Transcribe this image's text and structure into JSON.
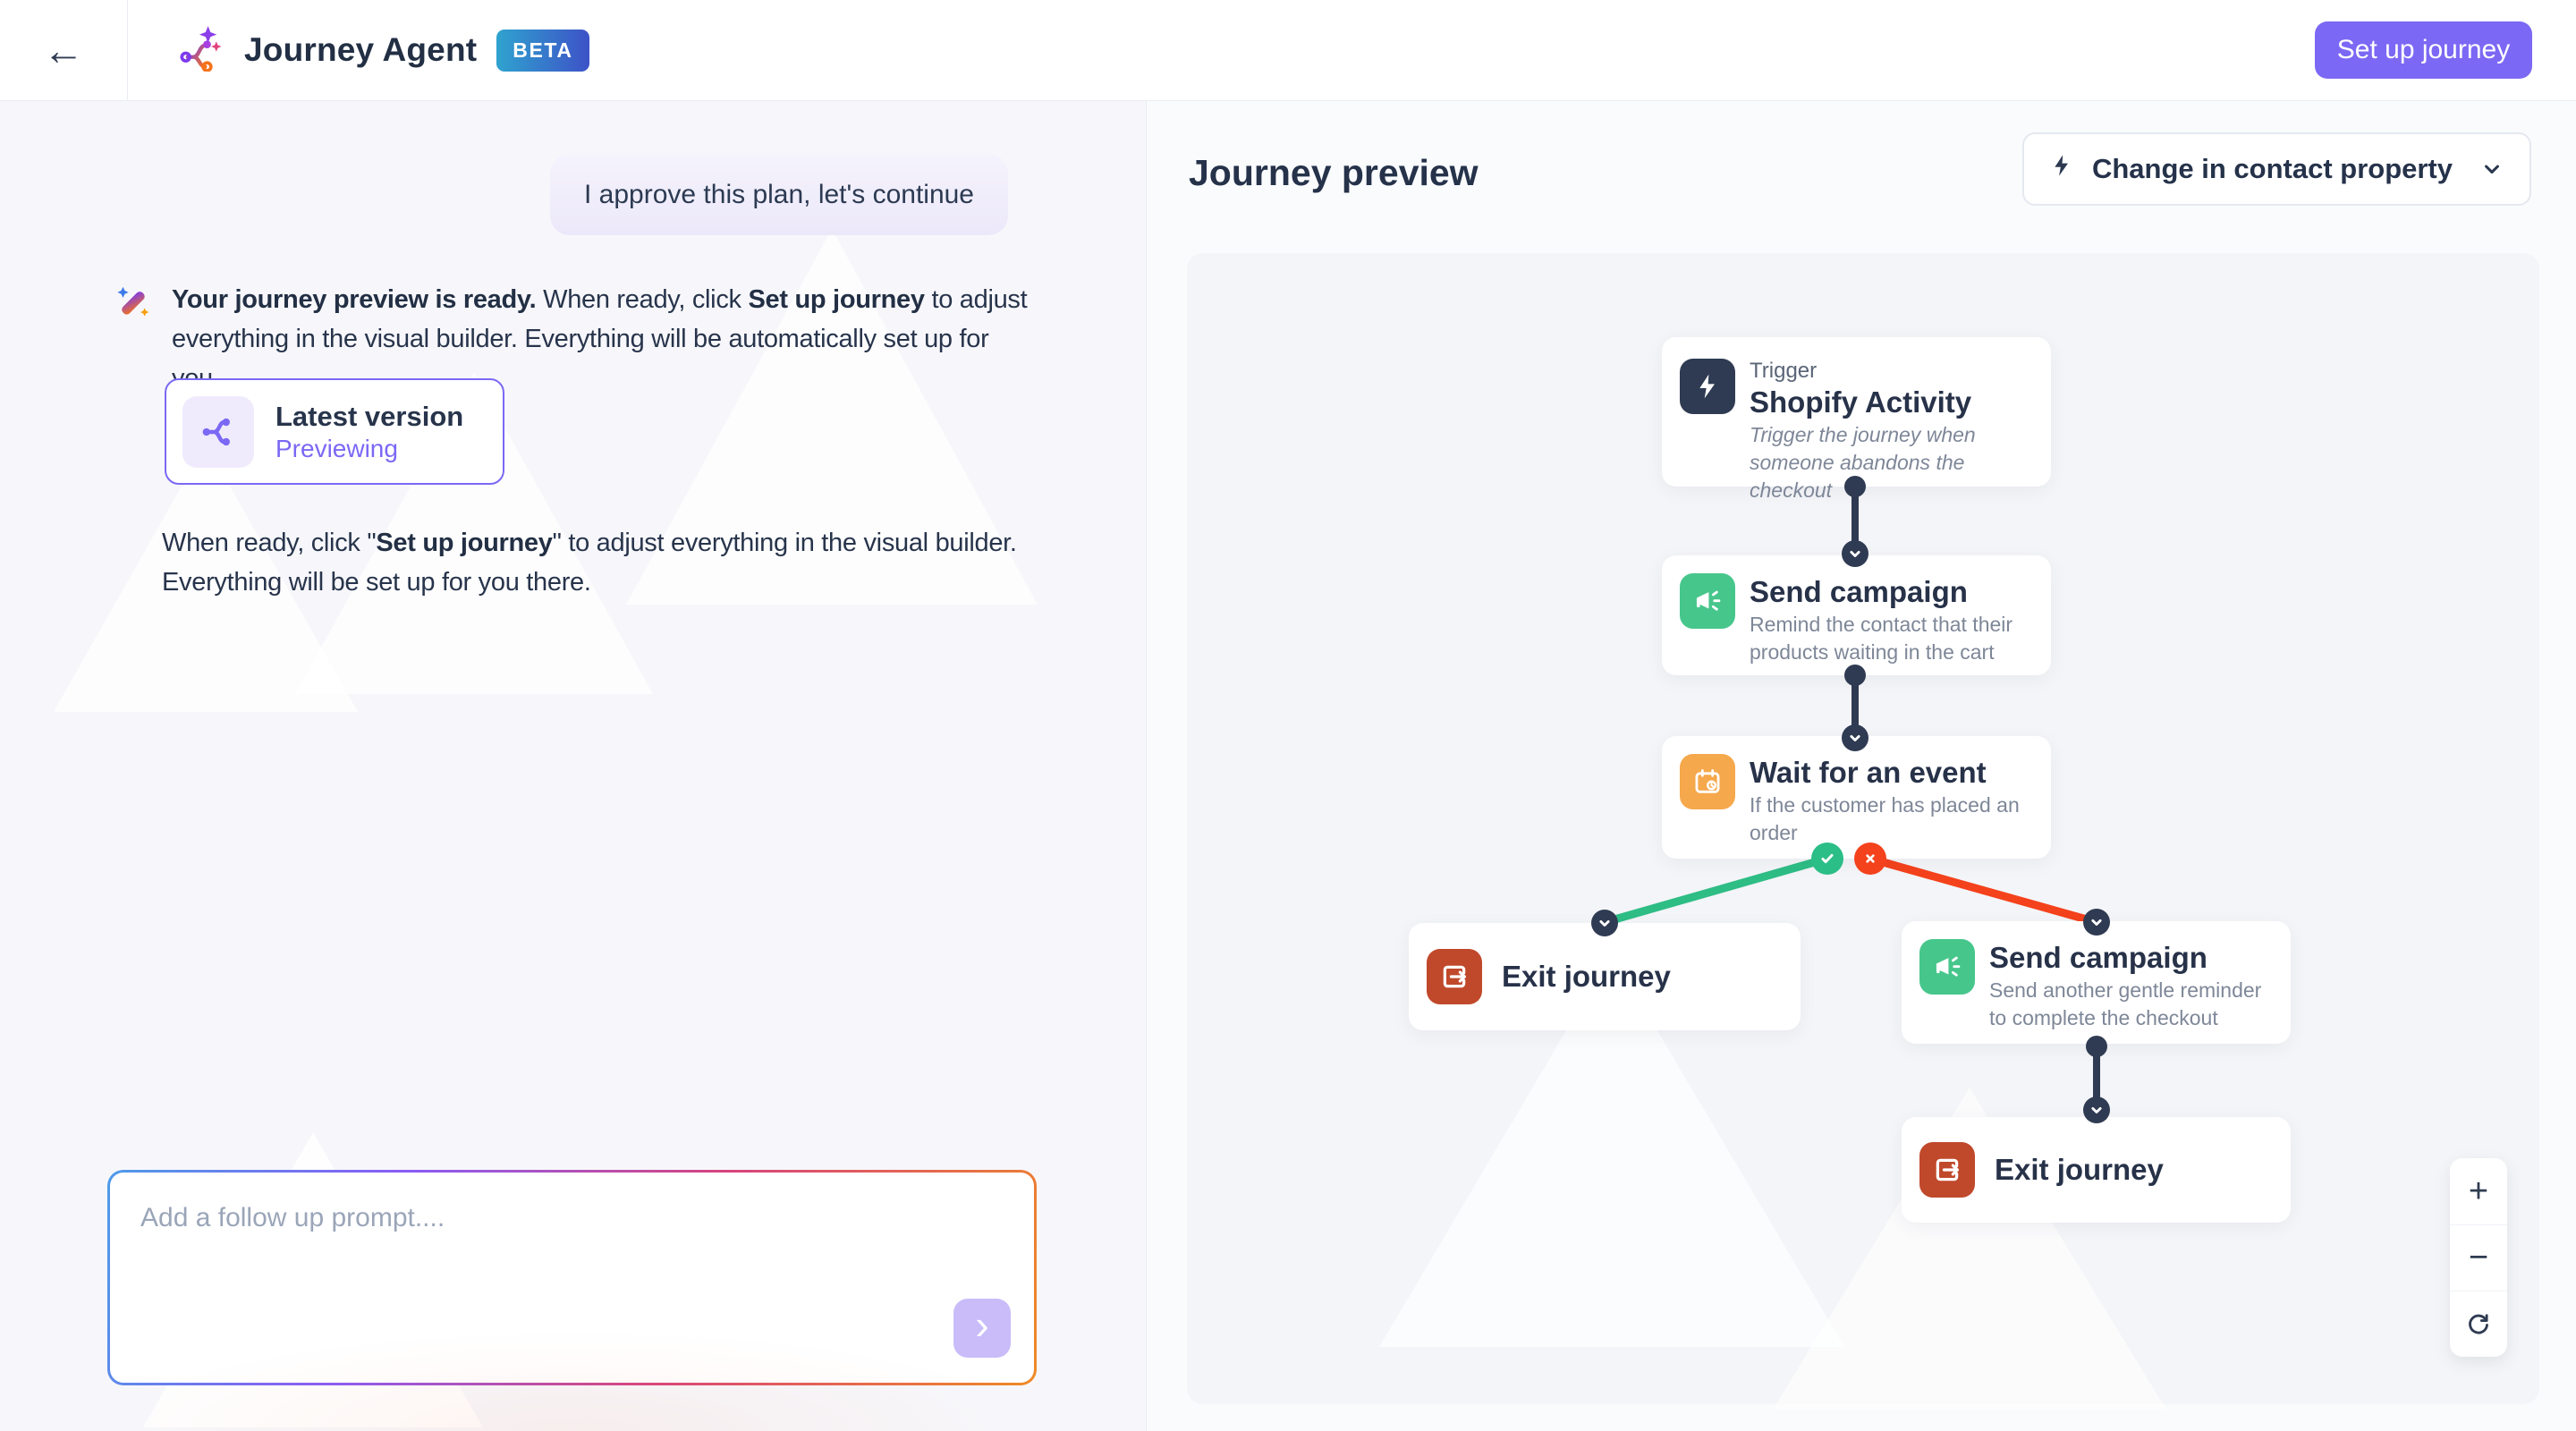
{
  "header": {
    "back_glyph": "←",
    "app_title": "Journey Agent",
    "beta_badge": "BETA",
    "setup_button": "Set up journey"
  },
  "chat": {
    "user_message": "I approve this plan, let's continue",
    "assistant": {
      "bold_intro": "Your journey preview is ready.",
      "mid": " When ready, click ",
      "bold_action": "Set up journey",
      "end": " to adjust everything in the visual builder. Everything will be automatically set up for you."
    },
    "version_card": {
      "title": "Latest version",
      "status": "Previewing"
    },
    "note": {
      "pre": "When ready, click \"",
      "bold": "Set up journey",
      "post": "\" to adjust everything in the visual builder. Everything will be set up for you there."
    },
    "input": {
      "placeholder": "Add a follow up prompt....",
      "send_glyph": "›"
    }
  },
  "preview": {
    "title": "Journey preview",
    "filter": {
      "icon": "lightning-icon",
      "label": "Change in contact property"
    },
    "nodes": [
      {
        "kind_label": "Trigger",
        "title": "Shopify Activity",
        "description": "Trigger the journey when someone abandons the checkout",
        "icon": "lightning-icon",
        "color": "#2F3B52"
      },
      {
        "title": "Send campaign",
        "description": "Remind the contact that their products waiting in the cart",
        "icon": "megaphone-icon",
        "color": "#47C68C"
      },
      {
        "title": "Wait for an event",
        "description": "If the customer has placed an order",
        "icon": "calendar-clock-icon",
        "color": "#F5A84C"
      },
      {
        "title": "Exit journey",
        "icon": "exit-icon",
        "color": "#C0492B"
      },
      {
        "title": "Send campaign",
        "description": "Send another gentle reminder to complete the checkout",
        "icon": "megaphone-icon",
        "color": "#47C68C"
      },
      {
        "title": "Exit journey",
        "icon": "exit-icon",
        "color": "#C0492B"
      }
    ],
    "branch": {
      "yes_icon": "check-icon",
      "no_icon": "x-icon"
    },
    "zoom": {
      "in_glyph": "+",
      "out_glyph": "−",
      "reset_icon": "refresh-icon"
    }
  },
  "colors": {
    "accent_purple": "#7B68F4",
    "navy": "#2F3B52",
    "green": "#2BBE87",
    "red": "#F4421C",
    "rust": "#C0492B",
    "orange": "#F5A84C",
    "beta_gradient": [
      "#2FA3CF",
      "#3D52C7"
    ]
  }
}
